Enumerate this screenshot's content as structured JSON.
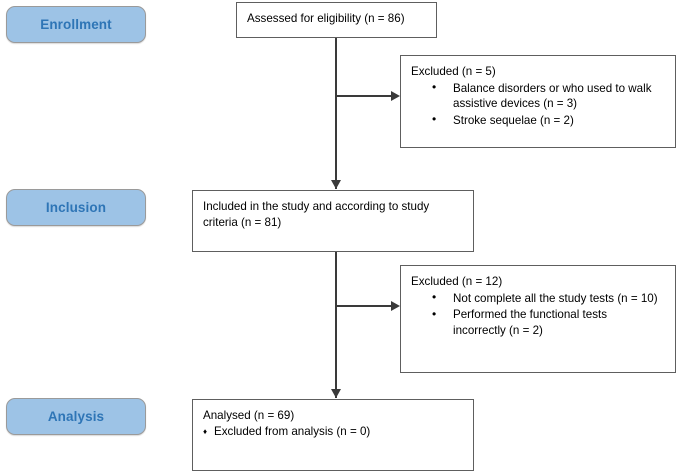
{
  "diagram": {
    "type": "consort-flow-diagram",
    "stages": [
      {
        "id": "enrollment",
        "label": "Enrollment"
      },
      {
        "id": "inclusion",
        "label": "Inclusion"
      },
      {
        "id": "analysis",
        "label": "Analysis"
      }
    ],
    "boxes": {
      "assessed": {
        "line1": "Assessed for eligibility (n = 86)"
      },
      "excluded_1": {
        "heading": "Excluded (n = 5)",
        "items": [
          "Balance disorders or who used to walk assistive devices (n = 3)",
          "Stroke sequelae (n = 2)"
        ]
      },
      "included": {
        "line1": "Included in the study and according to study criteria (n = 81)"
      },
      "excluded_2": {
        "heading": "Excluded (n = 12)",
        "items": [
          "Not complete all the study tests (n = 10)",
          "Performed the functional tests incorrectly (n = 2)"
        ]
      },
      "analysed": {
        "line1": "Analysed (n = 69)",
        "line2": "Excluded from analysis (n = 0)"
      }
    },
    "colors": {
      "stage_fill": "#9dc3e6",
      "stage_text": "#2e75b6",
      "stage_border": "#9a9a9a",
      "box_border": "#5e5e5e",
      "connector": "#3a3a3a",
      "background": "#ffffff",
      "text": "#000000"
    }
  }
}
